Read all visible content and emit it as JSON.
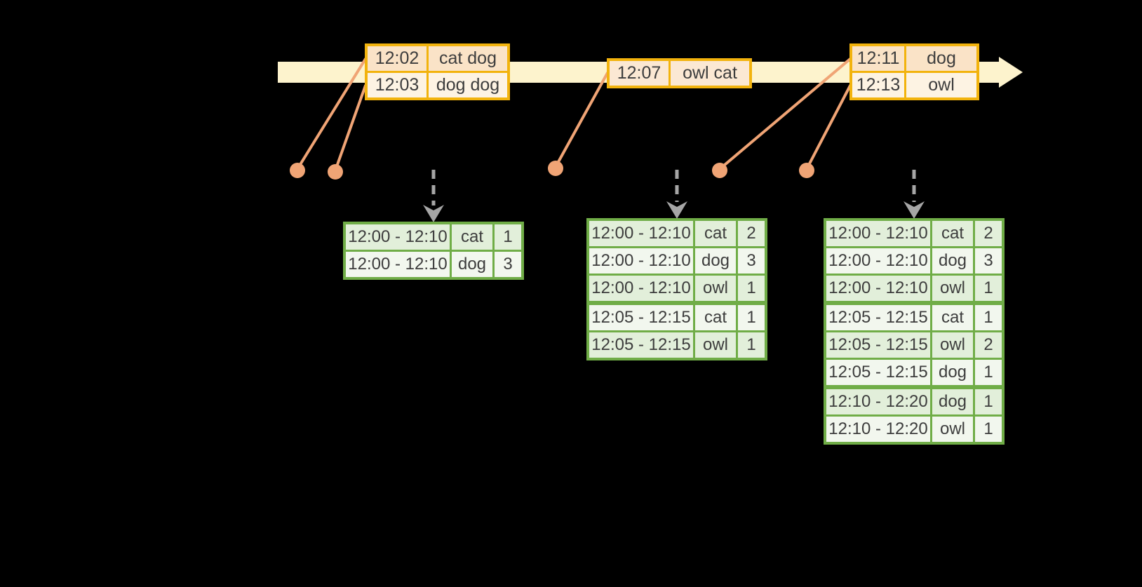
{
  "diagram": {
    "kind": "streaming-windowed-word-count",
    "background": "#000000"
  },
  "colors": {
    "timeline_fill": "#fdf3cd",
    "event_table_border": "#f2b30d",
    "event_row_dark": "#fae3c7",
    "event_row_light": "#fdf3e3",
    "event_row_mid": "#fbe8d3",
    "connector": "#f0a475",
    "trigger_arrow": "#a6a6a6",
    "result_table_border": "#70ad47",
    "result_row_dark": "#e2efda",
    "result_row_light": "#f2f7ee",
    "text": "#3d3d3d"
  },
  "icons": {
    "timeline_arrow": "right-arrow-band",
    "event_dot": "filled-circle",
    "trigger_arrow": "dashed-down-arrow"
  },
  "input_tables": [
    {
      "rows": [
        {
          "time": "12:02",
          "words": "cat dog"
        },
        {
          "time": "12:03",
          "words": "dog dog"
        }
      ]
    },
    {
      "rows": [
        {
          "time": "12:07",
          "words": "owl cat"
        }
      ]
    },
    {
      "rows": [
        {
          "time": "12:11",
          "words": "dog"
        },
        {
          "time": "12:13",
          "words": "owl"
        }
      ]
    }
  ],
  "result_tables": [
    {
      "rows": [
        {
          "window": "12:00 - 12:10",
          "word": "cat",
          "count": "1"
        },
        {
          "window": "12:00 - 12:10",
          "word": "dog",
          "count": "3"
        }
      ]
    },
    {
      "rows": [
        {
          "window": "12:00 - 12:10",
          "word": "cat",
          "count": "2"
        },
        {
          "window": "12:00 - 12:10",
          "word": "dog",
          "count": "3"
        },
        {
          "window": "12:00 - 12:10",
          "word": "owl",
          "count": "1"
        },
        {
          "window": "12:05 - 12:15",
          "word": "cat",
          "count": "1"
        },
        {
          "window": "12:05 - 12:15",
          "word": "owl",
          "count": "1"
        }
      ]
    },
    {
      "rows": [
        {
          "window": "12:00 - 12:10",
          "word": "cat",
          "count": "2"
        },
        {
          "window": "12:00 - 12:10",
          "word": "dog",
          "count": "3"
        },
        {
          "window": "12:00 - 12:10",
          "word": "owl",
          "count": "1"
        },
        {
          "window": "12:05 - 12:15",
          "word": "cat",
          "count": "1"
        },
        {
          "window": "12:05 - 12:15",
          "word": "owl",
          "count": "2"
        },
        {
          "window": "12:05 - 12:15",
          "word": "dog",
          "count": "1"
        },
        {
          "window": "12:10 - 12:20",
          "word": "dog",
          "count": "1"
        },
        {
          "window": "12:10 - 12:20",
          "word": "owl",
          "count": "1"
        }
      ]
    }
  ]
}
